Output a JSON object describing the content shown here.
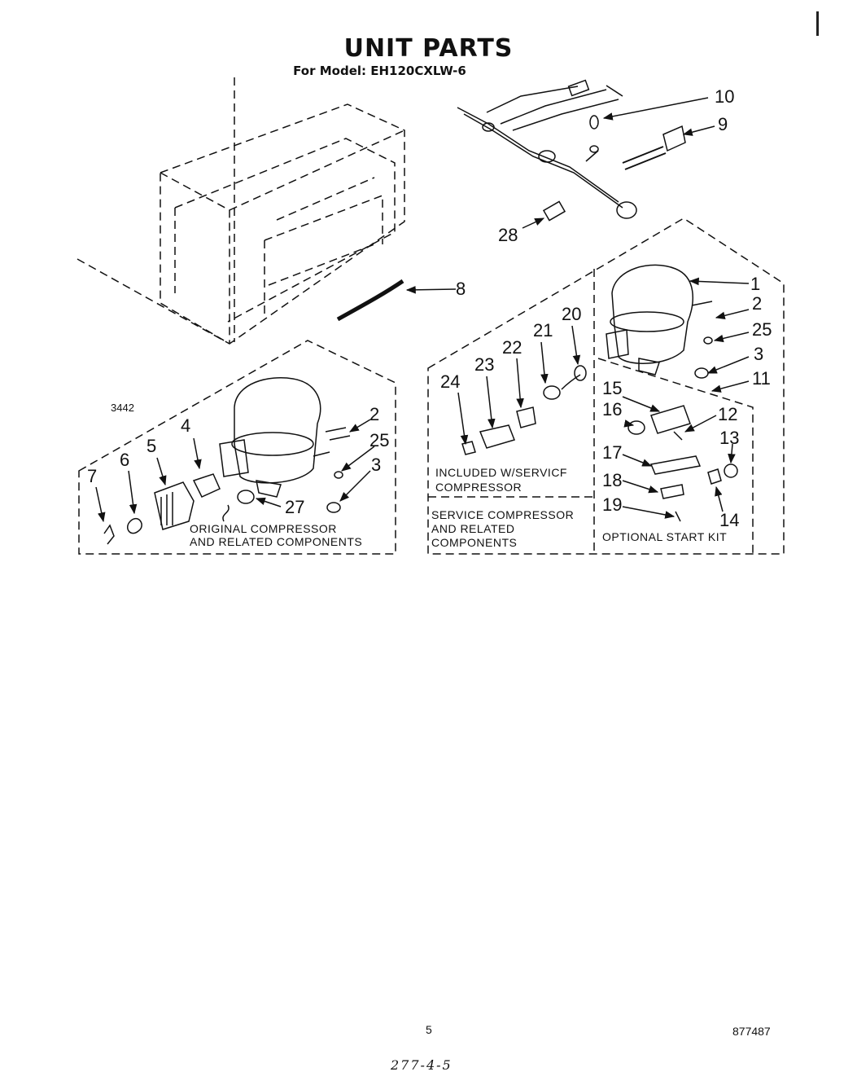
{
  "header": {
    "title": "UNIT PARTS",
    "model_line": "For Model: EH120CXLW-6"
  },
  "figure_code": "3442",
  "callouts": {
    "c1": "1",
    "c2a": "2",
    "c2b": "2",
    "c3a": "3",
    "c3b": "3",
    "c4": "4",
    "c5": "5",
    "c6": "6",
    "c7": "7",
    "c8": "8",
    "c9": "9",
    "c10": "10",
    "c11": "11",
    "c12": "12",
    "c13": "13",
    "c14": "14",
    "c15": "15",
    "c16": "16",
    "c17": "17",
    "c18": "18",
    "c19": "19",
    "c20": "20",
    "c21": "21",
    "c22": "22",
    "c23": "23",
    "c24": "24",
    "c25a": "25",
    "c25b": "25",
    "c27": "27",
    "c28": "28"
  },
  "captions": {
    "original_line1": "ORIGINAL COMPRESSOR",
    "original_line2": "AND RELATED COMPONENTS",
    "included_line1": "INCLUDED W/SERVICF",
    "included_line2": "COMPRESSOR",
    "service_line1": "SERVICE COMPRESSOR",
    "service_line2": "AND RELATED",
    "service_line3": "COMPONENTS",
    "optional_kit": "OPTIONAL START KIT"
  },
  "footer": {
    "page_number": "5",
    "doc_number": "877487",
    "handwritten_note": "277-4-5"
  }
}
